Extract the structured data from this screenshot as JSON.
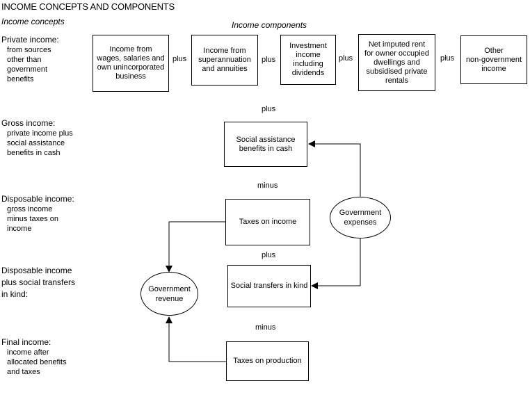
{
  "title": "INCOME CONCEPTS AND COMPONENTS",
  "headers": {
    "concepts": "Income concepts",
    "components": "Income components"
  },
  "concepts": [
    {
      "title": "Private income:",
      "desc": "from sources\nother than\ngovernment\nbenefits"
    },
    {
      "title": "Gross income:",
      "desc": "private income plus\nsocial assistance\nbenefits in cash"
    },
    {
      "title": "Disposable income:",
      "desc": "gross income\nminus taxes on\nincome"
    },
    {
      "title": "Disposable income\nplus social transfers\nin kind:",
      "desc": ""
    },
    {
      "title": "Final income:",
      "desc": "income after\nallocated benefits\nand taxes"
    }
  ],
  "components": [
    "Income from\nwages, salaries and\nown unincorporated\nbusiness",
    "Income from\nsuperannuation\nand annuities",
    "Investment\nincome\nincluding\ndividends",
    "Net imputed rent\nfor owner occupied\ndwellings and\nsubsidised private\nrentals",
    "Other\nnon-government\nincome"
  ],
  "component_operators": [
    "plus",
    "plus",
    "plus",
    "plus"
  ],
  "flow": {
    "op1": "plus",
    "social_assistance": "Social assistance\nbenefits in cash",
    "op2": "minus",
    "taxes_income": "Taxes on income",
    "op3": "plus",
    "social_transfers": "Social transfers in kind",
    "op4": "minus",
    "taxes_production": "Taxes on production",
    "gov_expenses": "Government\nexpenses",
    "gov_revenue": "Government\nrevenue"
  }
}
